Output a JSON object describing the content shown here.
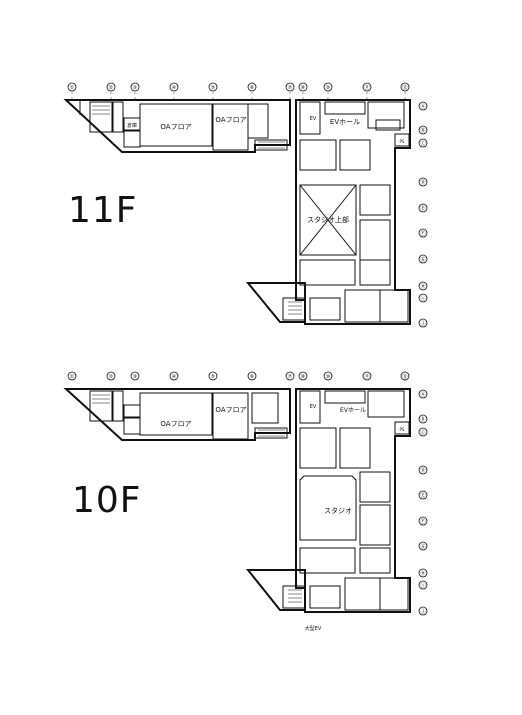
{
  "floors": [
    {
      "label": "11F",
      "columns": [
        "①",
        "②",
        "③",
        "④",
        "⑤",
        "⑥",
        "⑦",
        "⑧",
        "⑩",
        "⑪",
        "⑫"
      ],
      "rows": [
        "Ⓐ",
        "Ⓑ",
        "Ⓒ",
        "Ⓓ",
        "Ⓔ",
        "Ⓕ",
        "Ⓖ",
        "Ⓗ",
        "Ⓘ",
        "Ⓙ"
      ],
      "rooms": {
        "oa_floor_1": "OAフロア",
        "oa_floor_2": "OAフロア",
        "ev_hall": "EVホール",
        "studio": "スタジオ上部",
        "storage": "倉庫",
        "ev": "EV",
        "ps": "PS"
      }
    },
    {
      "label": "10F",
      "columns": [
        "①",
        "②",
        "③",
        "④",
        "⑤",
        "⑥",
        "⑦",
        "⑧",
        "⑩",
        "⑪",
        "⑫"
      ],
      "rows": [
        "Ⓐ",
        "Ⓑ",
        "Ⓒ",
        "Ⓓ",
        "Ⓔ",
        "Ⓕ",
        "Ⓖ",
        "Ⓗ",
        "Ⓘ",
        "Ⓙ"
      ],
      "rooms": {
        "oa_floor_1": "OAフロア",
        "oa_floor_2": "OAフロア",
        "ev_hall": "EVホール",
        "studio": "スタジオ",
        "ev": "EV",
        "ps": "PS",
        "large_ev": "大型EV"
      }
    }
  ]
}
